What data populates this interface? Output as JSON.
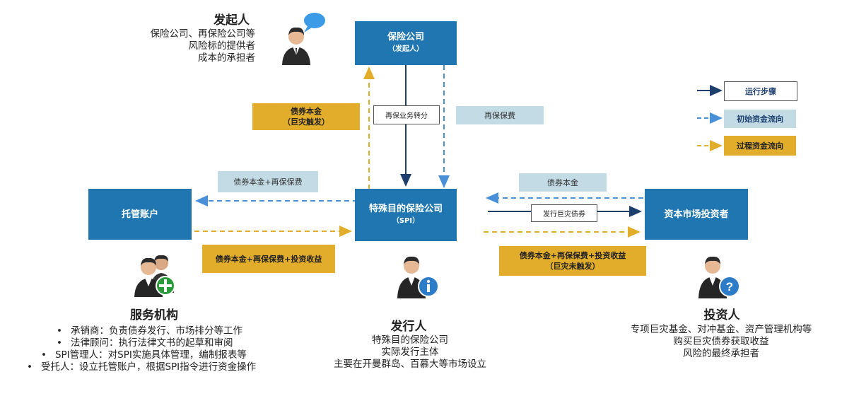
{
  "initiator": {
    "title": "发起人",
    "lines": [
      "保险公司、再保险公司等",
      "风险标的提供者",
      "成本的承担者"
    ]
  },
  "boxes": {
    "insurer": {
      "line1": "保险公司",
      "line2": "（发起人）"
    },
    "spi": {
      "line1": "特殊目的保险公司",
      "line2": "（SPI）"
    },
    "custody": {
      "label": "托管账户"
    },
    "investor": {
      "label": "资本市场投资者"
    }
  },
  "flow_labels": {
    "bond_principal_trigger": {
      "line1": "债券本金",
      "line2": "（巨灾触发）"
    },
    "reinsurance_transfer": "再保业务转分",
    "reinsurance_premium": "再保保费",
    "principal_plus_premium": "债券本金+再保保费",
    "custody_return": "债券本金+再保保费+投资收益",
    "bond_principal": "债券本金",
    "issue_cat_bond": "发行巨灾债券",
    "investor_return": {
      "line1": "债券本金+再保保费+投资收益",
      "line2": "（巨灾未触发）"
    }
  },
  "legend": {
    "steps": "运行步骤",
    "initial_flow": "初始资金流向",
    "process_flow": "过程资金流向"
  },
  "service": {
    "title": "服务机构",
    "items": [
      "承销商：负责债券发行、市场排分等工作",
      "法律顾问：执行法律文书的起草和审阅",
      "SPI管理人：对SPI实施具体管理，编制报表等",
      "受托人：设立托管账户，根据SPI指令进行资金操作"
    ]
  },
  "issuer": {
    "title": "发行人",
    "lines": [
      "特殊目的保险公司",
      "实际发行主体",
      "主要在开曼群岛、百慕大等市场设立"
    ]
  },
  "investor_role": {
    "title": "投资人",
    "lines": [
      "专项巨灾基金、对冲基金、资产管理机构等",
      "购买巨灾债券获取收益",
      "风险的最终承担者"
    ]
  },
  "colors": {
    "box_blue": "#1f76b0",
    "gold": "#e2ad2a",
    "pale_blue": "#c2dbe5",
    "arrow_dark": "#1d3f6e",
    "arrow_dash_blue": "#4a90d9",
    "arrow_dash_gold": "#e2ad2a"
  },
  "icons": [
    "person-speech-icon",
    "person-group-plus-icon",
    "person-info-icon",
    "person-question-icon"
  ]
}
